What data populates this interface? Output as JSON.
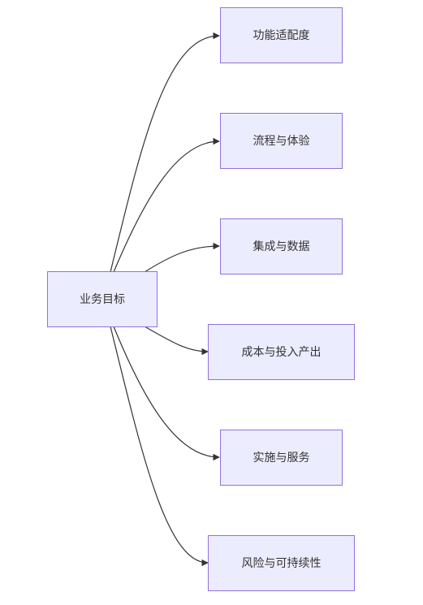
{
  "diagram": {
    "root": {
      "label": "业务目标"
    },
    "children": [
      {
        "label": "功能适配度"
      },
      {
        "label": "流程与体验"
      },
      {
        "label": "集成与数据"
      },
      {
        "label": "成本与投入产出"
      },
      {
        "label": "实施与服务"
      },
      {
        "label": "风险与可持续性"
      }
    ]
  },
  "colors": {
    "node_fill": "#ececff",
    "node_border": "#9370db",
    "edge": "#333333",
    "text": "#333333"
  }
}
